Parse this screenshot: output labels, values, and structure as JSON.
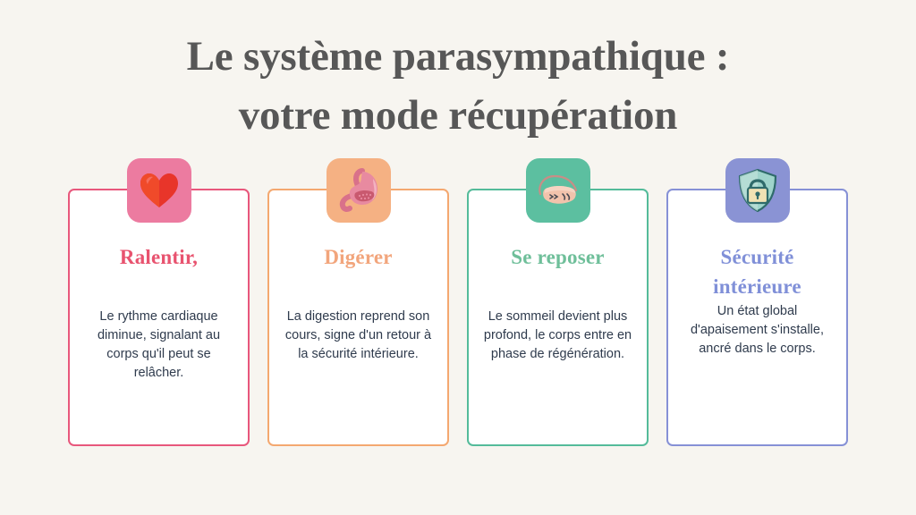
{
  "slide": {
    "background_color": "#f7f5f0",
    "title": {
      "line1": "Le système parasympathique :",
      "line2": "votre mode récupération",
      "color": "#575757"
    }
  },
  "cards": [
    {
      "id": "ralentir",
      "heading": "Ralentir,",
      "body": "Le rythme cardiaque diminue, signalant au corps qu'il peut se relâcher.",
      "icon_name": "heart-icon",
      "border_color": "#e8577c",
      "heading_color": "#e8536f",
      "tile_color": "#ec7ba0"
    },
    {
      "id": "digerer",
      "heading": "Digérer",
      "body": "La digestion reprend son cours, signe d'un retour à la sécurité intérieure.",
      "icon_name": "stomach-icon",
      "border_color": "#f4a870",
      "heading_color": "#f2a57c",
      "tile_color": "#f5b183"
    },
    {
      "id": "se-reposer",
      "heading": "Se reposer",
      "body": "Le sommeil devient plus profond, le corps entre en phase de régénération.",
      "icon_name": "sleep-mask-icon",
      "border_color": "#54bb9a",
      "heading_color": "#6fbf9a",
      "tile_color": "#5cbfa0"
    },
    {
      "id": "securite-interieure",
      "heading": "Sécurité intérieure",
      "body": "Un état global d'apaisement s'installe, ancré dans le corps.",
      "icon_name": "shield-lock-icon",
      "border_color": "#8691d6",
      "heading_color": "#8090d8",
      "tile_color": "#8a93d4"
    }
  ]
}
